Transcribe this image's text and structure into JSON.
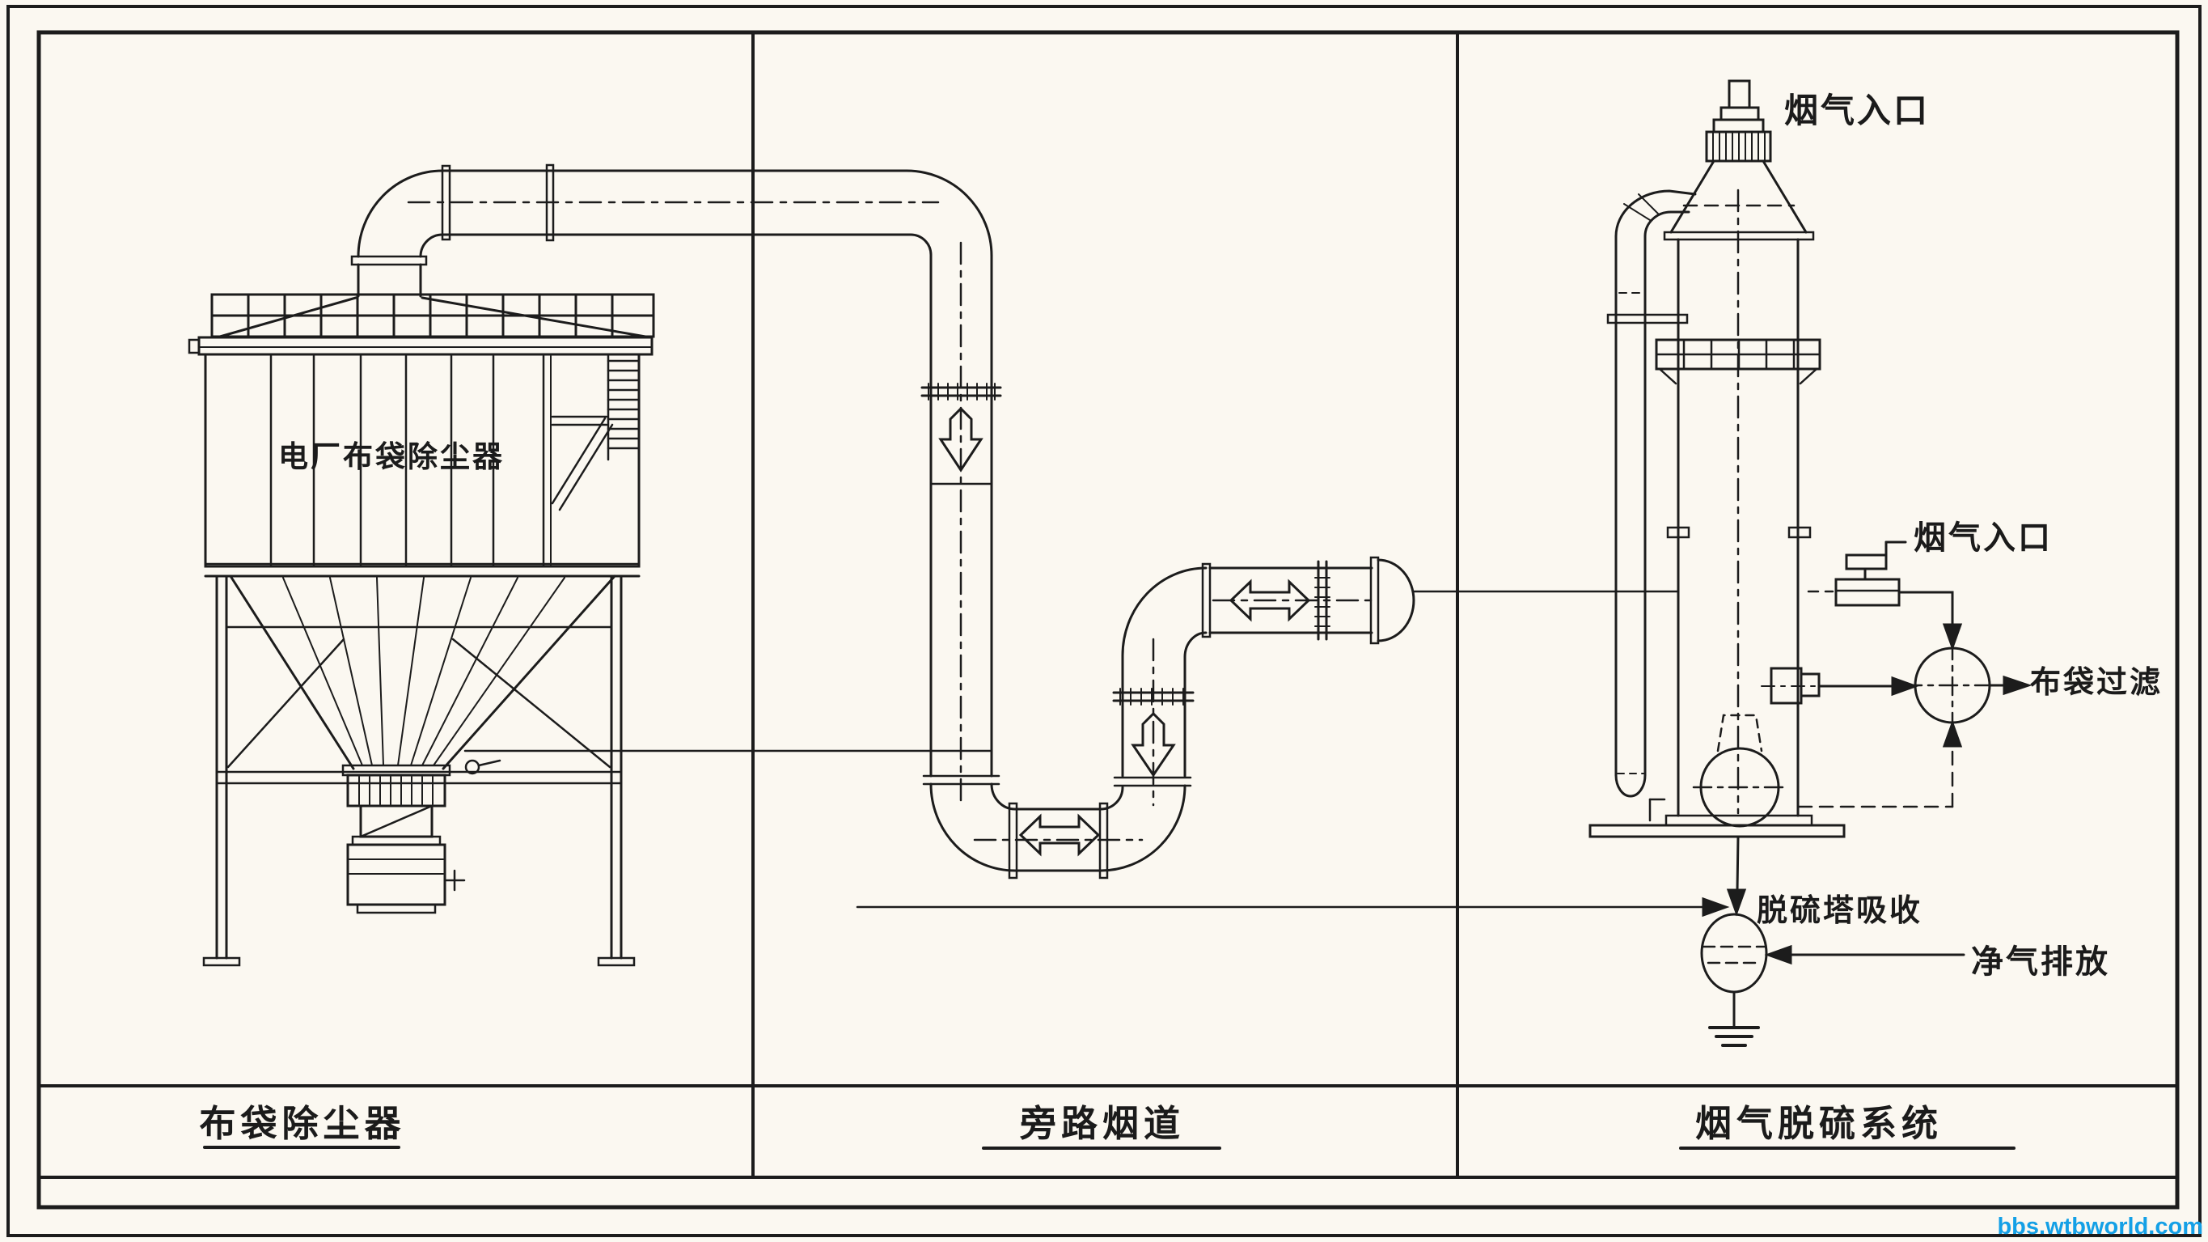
{
  "colors": {
    "paper": "#fbf8f1",
    "ink": "#1c1c1c",
    "watermark_blue": "#14a0e6"
  },
  "labels": {
    "plant_unit": "电厂布袋除尘器",
    "inlet_top": "烟气入口",
    "inlet_mid": "烟气入口",
    "bag_filter": "布袋过滤",
    "absorber": "脱硫塔吸收",
    "clean_gas_out": "净气排放"
  },
  "title_band": {
    "sections": [
      {
        "label": "布袋除尘器"
      },
      {
        "label": "旁路烟道"
      },
      {
        "label": "烟气脱硫系统"
      }
    ]
  },
  "watermark": {
    "text": "bbs.wtbworld.com"
  }
}
